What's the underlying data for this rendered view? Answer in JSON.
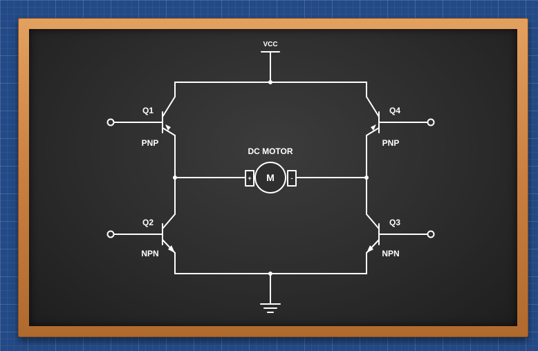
{
  "diagram": {
    "supply_label": "VCC",
    "motor_title": "DC MOTOR",
    "motor_symbol": "M",
    "motor_plus": "+",
    "motor_minus": "-",
    "transistors": [
      {
        "id": "Q1",
        "type": "PNP"
      },
      {
        "id": "Q2",
        "type": "NPN"
      },
      {
        "id": "Q3",
        "type": "NPN"
      },
      {
        "id": "Q4",
        "type": "PNP"
      }
    ]
  },
  "colors": {
    "wire": "#ffffff",
    "chalkboard": "#2c2c2c",
    "frame": "#c98342",
    "background": "#234a86"
  }
}
